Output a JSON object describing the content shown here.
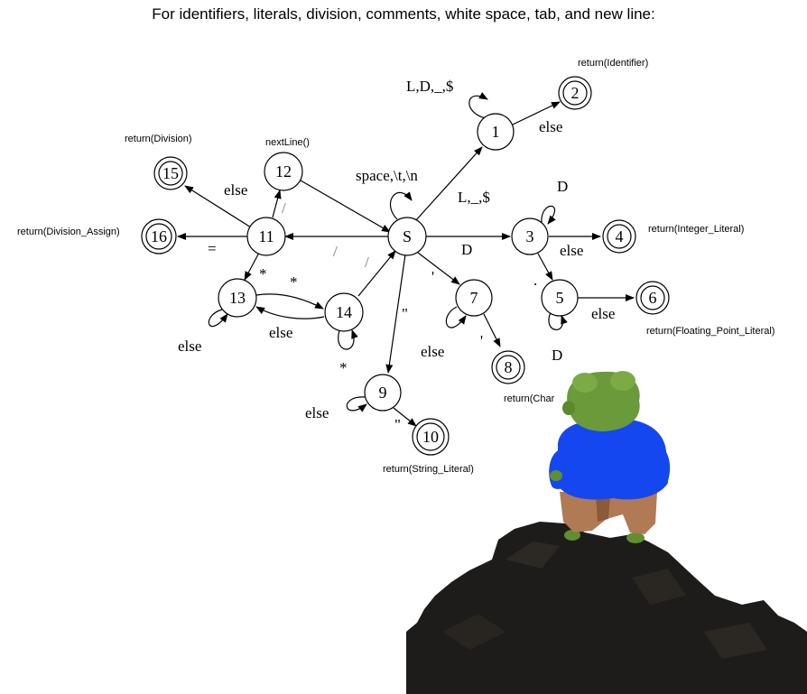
{
  "title": "For identifiers, literals, division, comments, white space, tab, and new line:",
  "states": {
    "S": "S",
    "s1": "1",
    "s2": "2",
    "s3": "3",
    "s4": "4",
    "s5": "5",
    "s6": "6",
    "s7": "7",
    "s8": "8",
    "s9": "9",
    "s10": "10",
    "s11": "11",
    "s12": "12",
    "s13": "13",
    "s14": "14",
    "s15": "15",
    "s16": "16"
  },
  "edge_labels": {
    "loop1": "L,D,_,$",
    "e1_2": "else",
    "loopS": "space,\\t,\\n",
    "eS_1": "L,_,$",
    "loop3": "D",
    "eS_3": "D",
    "e3_4": "else",
    "e3_5": ".",
    "e5_6": "else",
    "loop5": "D",
    "eS_7": "'",
    "loop7": "else",
    "e7_8": "'",
    "eS_9": "\"",
    "loop9": "else",
    "e9_10": "\"",
    "eS_11a": "/",
    "eS_11b": "/",
    "e11_12": "/",
    "e11_15": "else",
    "e11_16": "=",
    "e11_13": "*",
    "e13_14": "*",
    "loop13": "else",
    "e14_13": "else",
    "loop14": "*"
  },
  "annotations": {
    "a2": "return(Identifier)",
    "a15": "return(Division)",
    "a12": "nextLine()",
    "a16": "return(Division_Assign)",
    "a4": "return(Integer_Literal)",
    "a6": "return(Floating_Point_Literal)",
    "a8": "return(Char",
    "a10": "return(String_Literal)"
  },
  "colors": {
    "frog_skin": "#6b9a3a",
    "shirt": "#1447f0",
    "pants": "#b07a55",
    "rock": "#1e1c1a"
  }
}
